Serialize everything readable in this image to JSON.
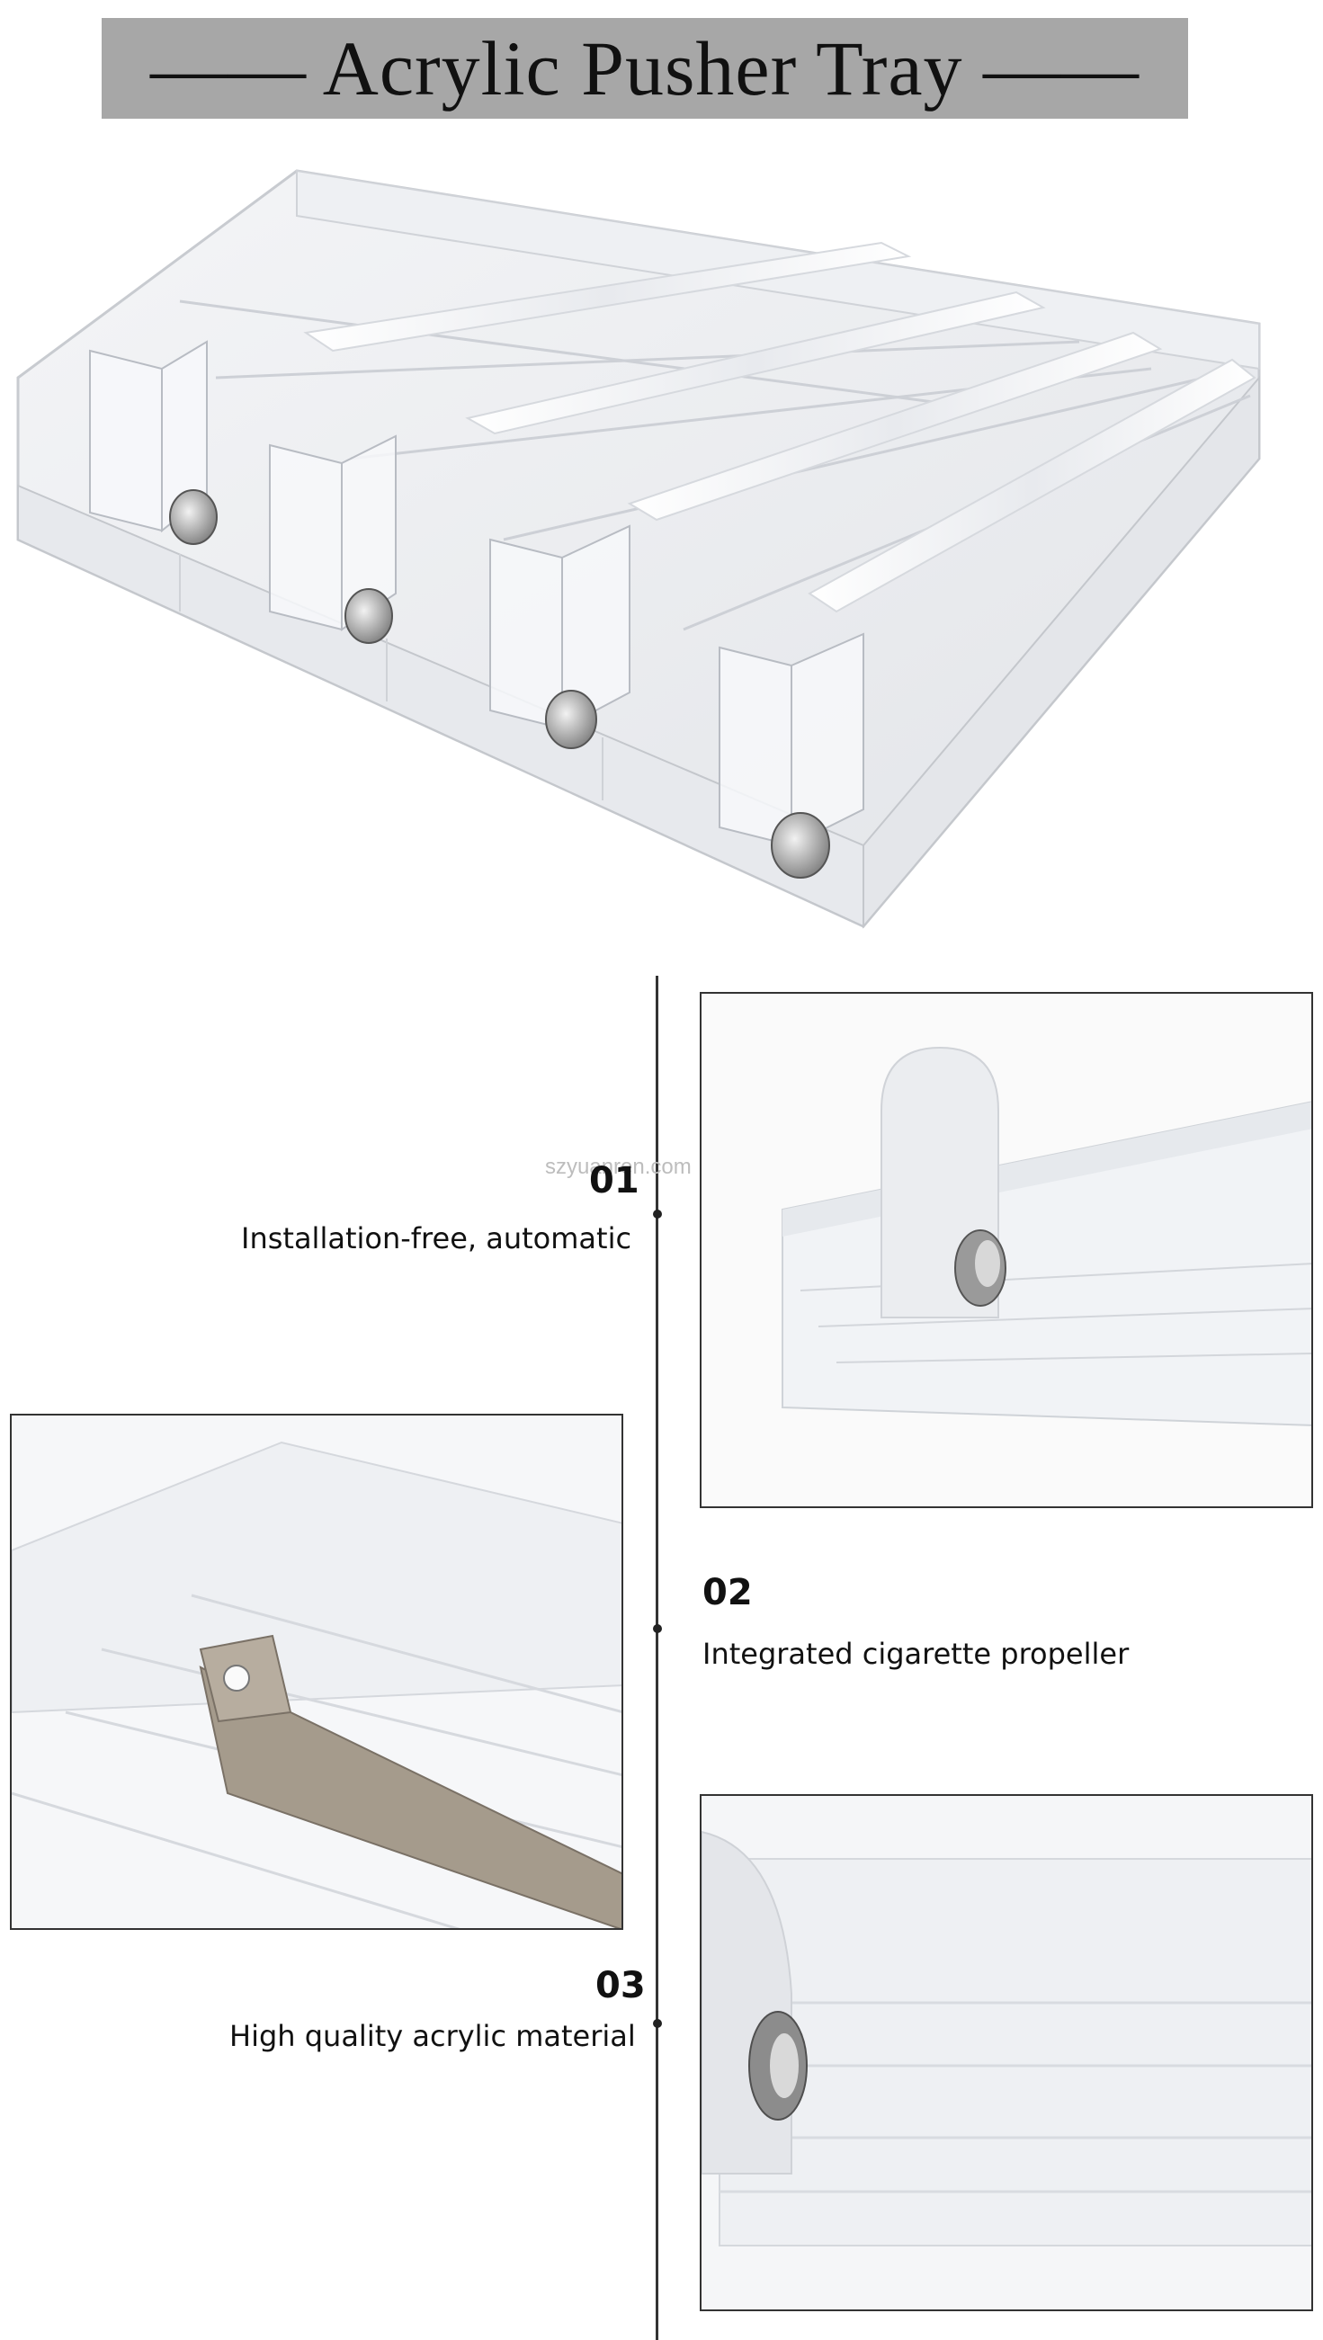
{
  "banner": {
    "title": "—— Acrylic Pusher Tray ——"
  },
  "watermark": "szyuanren.com",
  "features": [
    {
      "number": "01",
      "label": "Installation-free, automatic"
    },
    {
      "number": "02",
      "label": "Integrated cigarette propeller"
    },
    {
      "number": "03",
      "label": "High quality acrylic material"
    }
  ],
  "images": {
    "hero": "acrylic-pusher-tray-photo",
    "photo1": "pusher-with-roller-photo",
    "photo2": "spring-propeller-photo",
    "photo3": "acrylic-material-closeup-photo"
  }
}
